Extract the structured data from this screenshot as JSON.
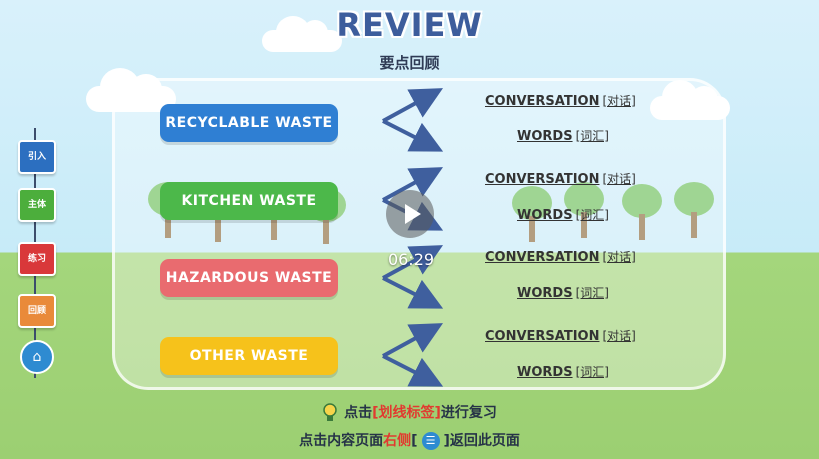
{
  "header": {
    "title": "REVIEW",
    "subtitle": "要点回顾"
  },
  "categories": [
    {
      "label": "RECYCLABLE WASTE",
      "color": "#2f7fd3",
      "conversation_en": "CONVERSATION",
      "conversation_cn": "[对话]",
      "words_en": "WORDS",
      "words_cn": "[词汇]"
    },
    {
      "label": "KITCHEN WASTE",
      "color": "#4cb84a",
      "conversation_en": "CONVERSATION",
      "conversation_cn": "[对话]",
      "words_en": "WORDS",
      "words_cn": "[词汇]"
    },
    {
      "label": "HAZARDOUS WASTE",
      "color": "#e96b6f",
      "conversation_en": "CONVERSATION",
      "conversation_cn": "[对话]",
      "words_en": "WORDS",
      "words_cn": "[词汇]"
    },
    {
      "label": "OTHER WASTE",
      "color": "#f6c21b",
      "conversation_en": "CONVERSATION",
      "conversation_cn": "[对话]",
      "words_en": "WORDS",
      "words_cn": "[词汇]"
    }
  ],
  "sidenav": {
    "items": [
      {
        "label": "引入",
        "color": "#2c6fc0"
      },
      {
        "label": "主体",
        "color": "#4cae3c"
      },
      {
        "label": "练习",
        "color": "#d9383a"
      },
      {
        "label": "回顾",
        "color": "#e98a3a"
      }
    ],
    "home_icon": "home-icon"
  },
  "video": {
    "time": "06:29",
    "play_icon": "play-icon"
  },
  "hints": {
    "line1_prefix": "点击",
    "line1_highlight": "[划线标签]",
    "line1_suffix": "进行复习",
    "line2_prefix": "点击内容页面",
    "line2_highlight": "右侧",
    "line2_open": "[",
    "line2_close": "]",
    "line2_suffix": "返回此页面"
  }
}
